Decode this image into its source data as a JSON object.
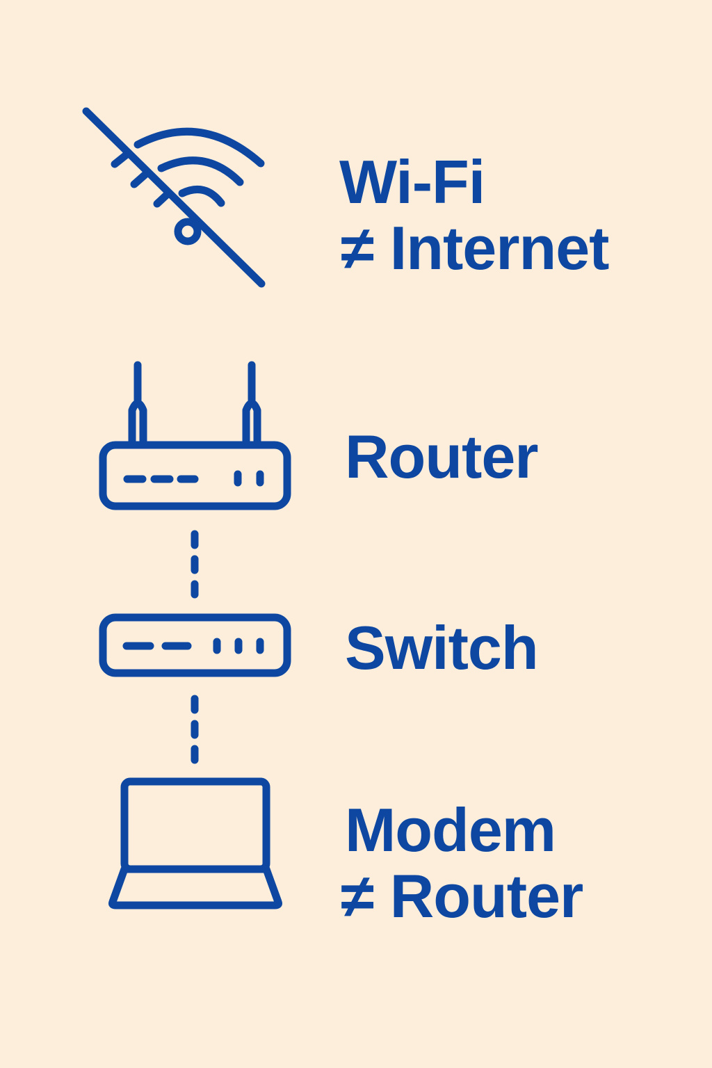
{
  "colors": {
    "background": "#fceedb",
    "accent": "#0d47a1"
  },
  "items": [
    {
      "icon": "wifi-off-icon",
      "lines": [
        "Wi-Fi",
        "≠ Internet"
      ]
    },
    {
      "icon": "router-icon",
      "lines": [
        "Router"
      ]
    },
    {
      "icon": "switch-icon",
      "lines": [
        "Switch"
      ]
    },
    {
      "icon": "laptop-icon",
      "lines": [
        "Modem",
        "≠ Router"
      ]
    }
  ]
}
